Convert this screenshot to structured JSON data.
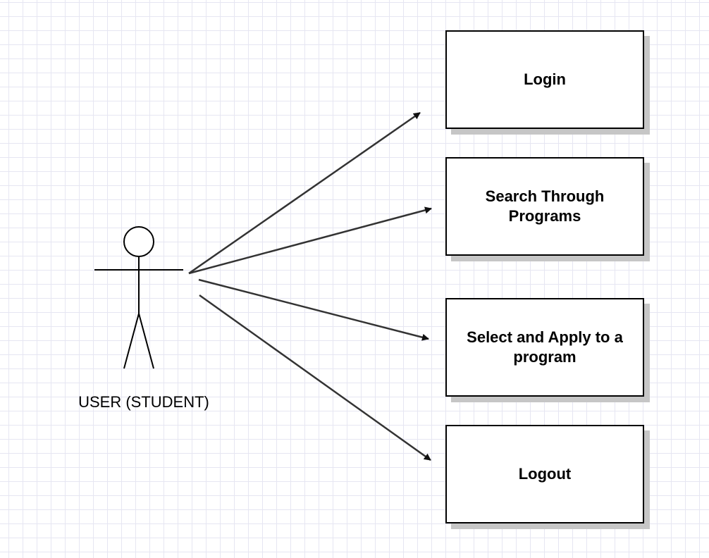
{
  "actor": {
    "label": "USER (STUDENT)"
  },
  "use_cases": [
    {
      "label": "Login"
    },
    {
      "label": "Search Through Programs"
    },
    {
      "label": "Select and Apply to a program"
    },
    {
      "label": "Logout"
    }
  ],
  "colors": {
    "grid": "#e6e6f2",
    "arrow": "#333333",
    "shadow": "#c6c6c6"
  }
}
